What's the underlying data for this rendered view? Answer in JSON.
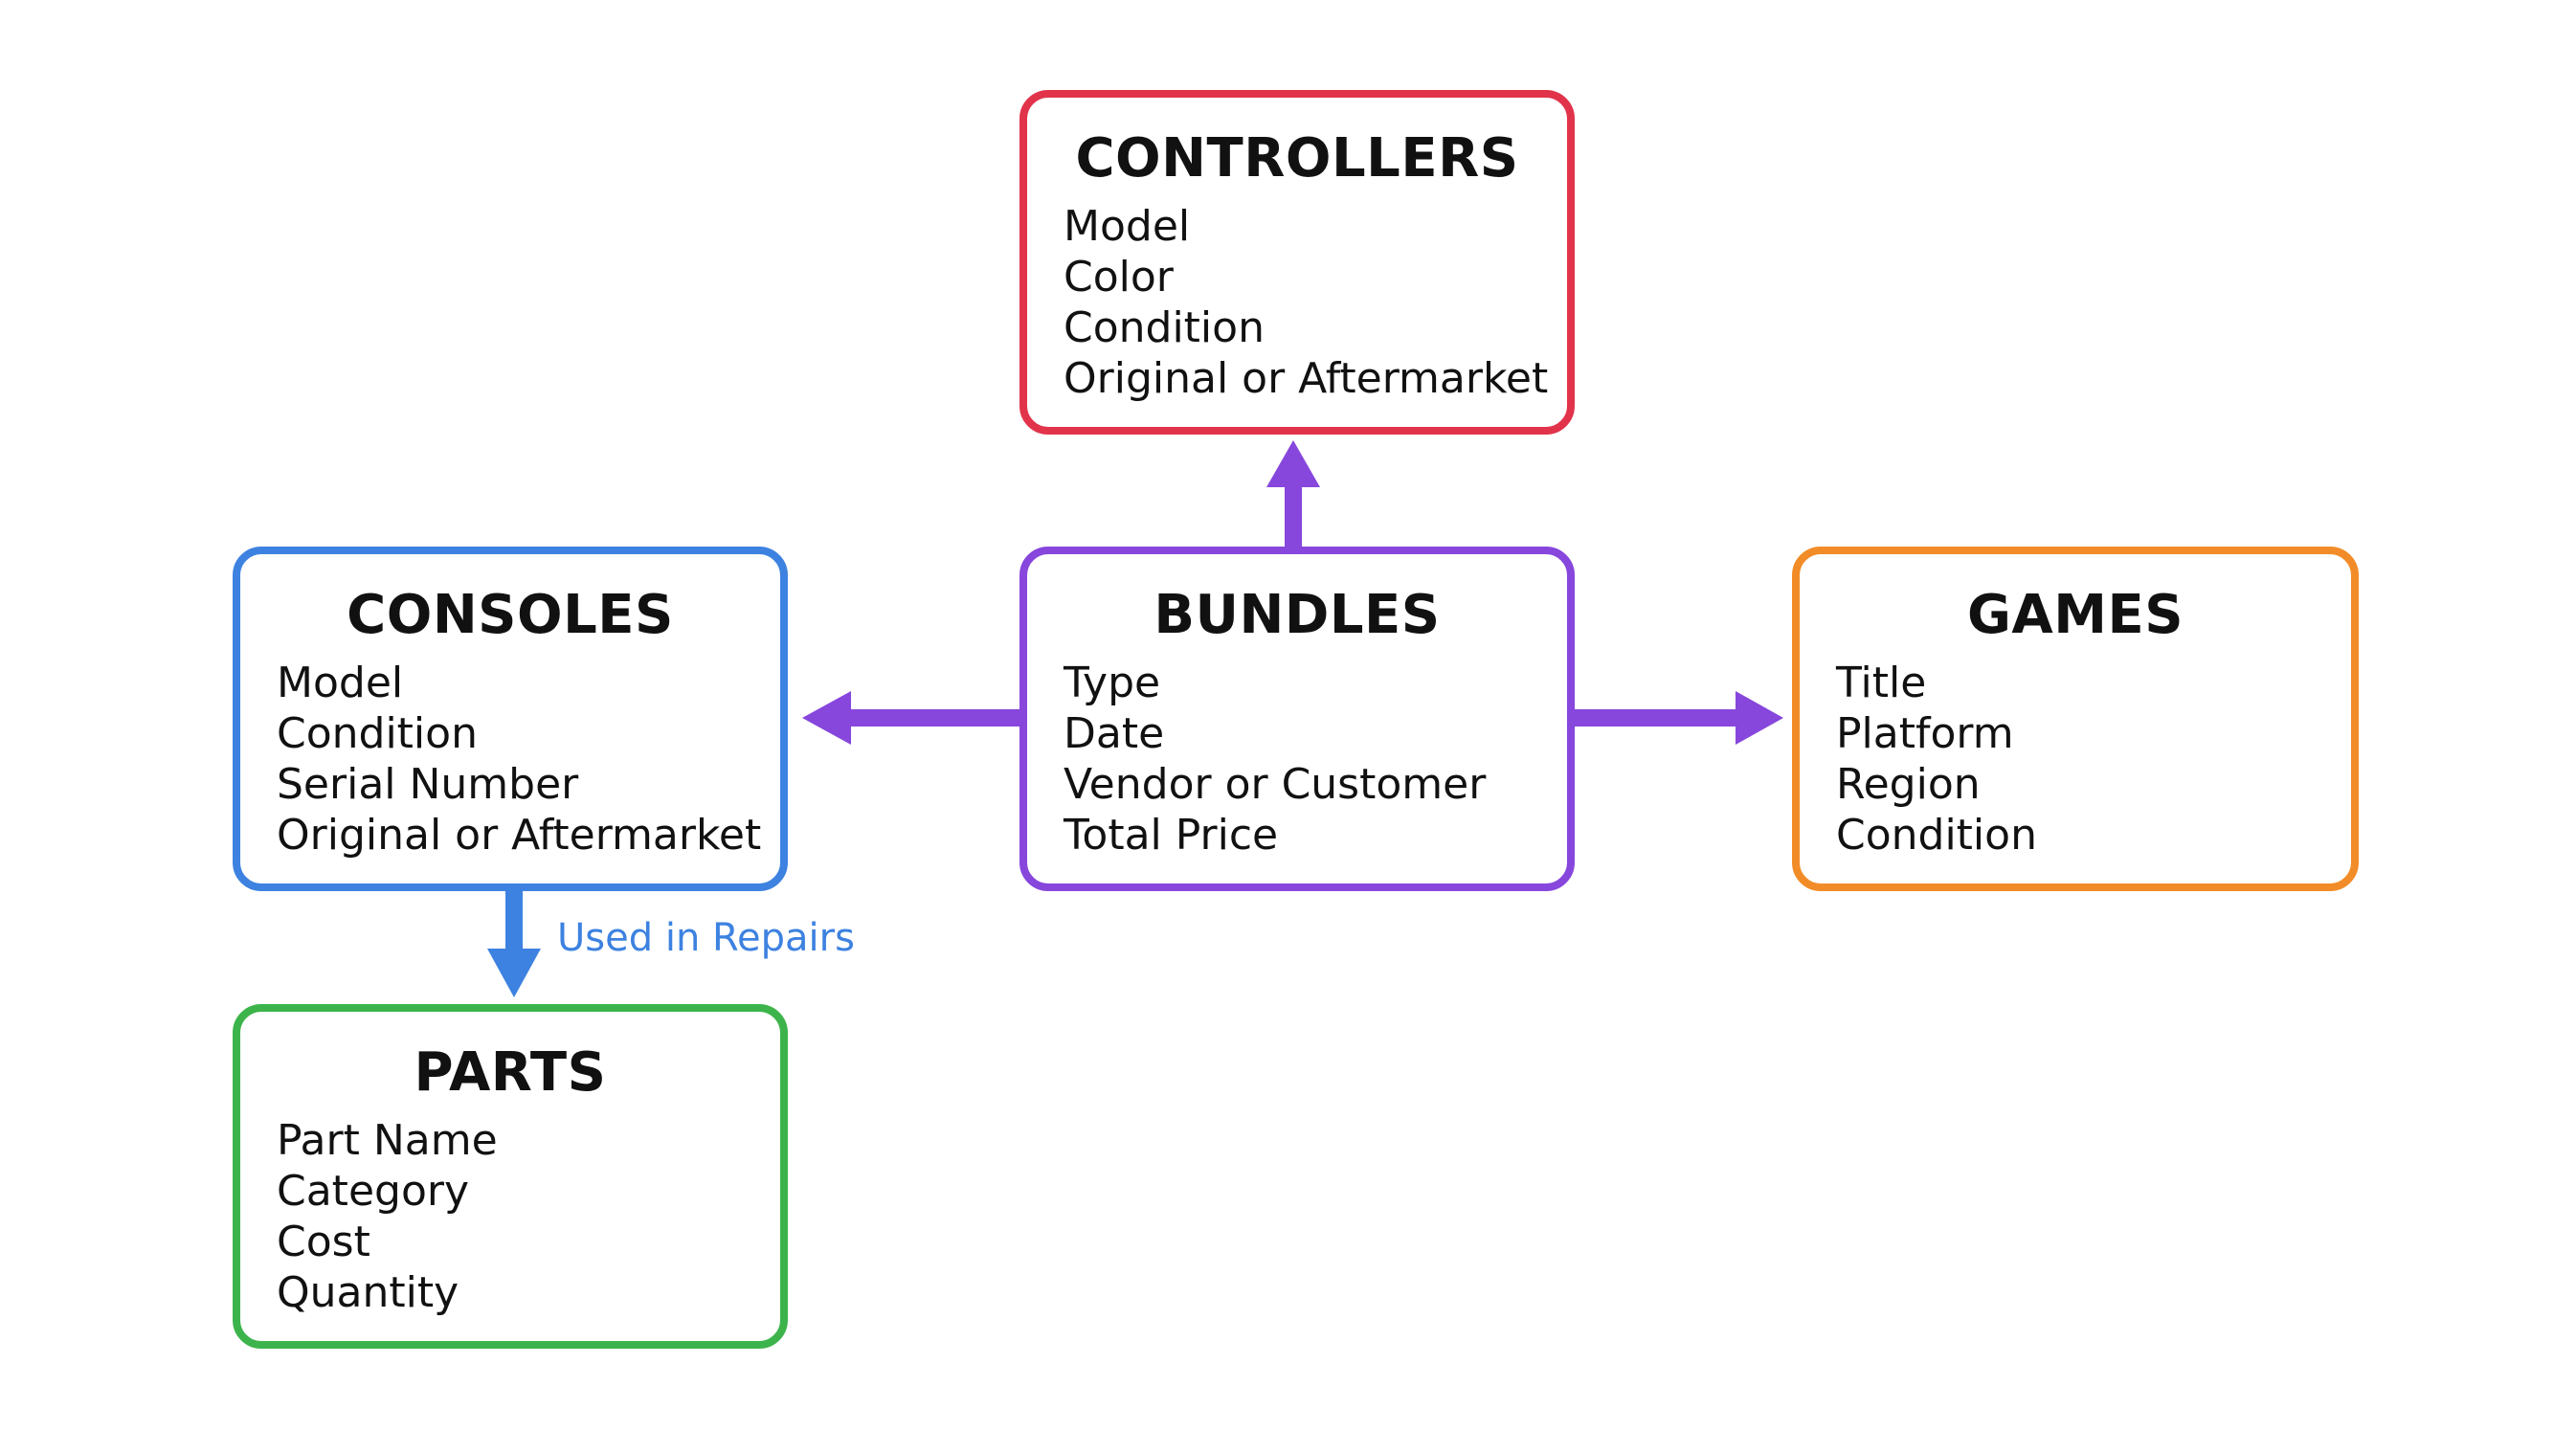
{
  "colors": {
    "bundles": "#8746dc",
    "controllers": "#e1344b",
    "consoles": "#3d82e0",
    "games": "#f28c28",
    "parts": "#3cb44b",
    "text": "#111111"
  },
  "entities": {
    "controllers": {
      "title": "CONTROLLERS",
      "fields": [
        "Model",
        "Color",
        "Condition",
        "Original or Aftermarket"
      ]
    },
    "consoles": {
      "title": "CONSOLES",
      "fields": [
        "Model",
        "Condition",
        "Serial Number",
        "Original or Aftermarket"
      ]
    },
    "bundles": {
      "title": "BUNDLES",
      "fields": [
        "Type",
        "Date",
        "Vendor or Customer",
        "Total Price"
      ]
    },
    "games": {
      "title": "GAMES",
      "fields": [
        "Title",
        "Platform",
        "Region",
        "Condition"
      ]
    },
    "parts": {
      "title": "PARTS",
      "fields": [
        "Part Name",
        "Category",
        "Cost",
        "Quantity"
      ]
    }
  },
  "relations": {
    "consoles_to_parts": {
      "label": "Used in Repairs"
    }
  }
}
